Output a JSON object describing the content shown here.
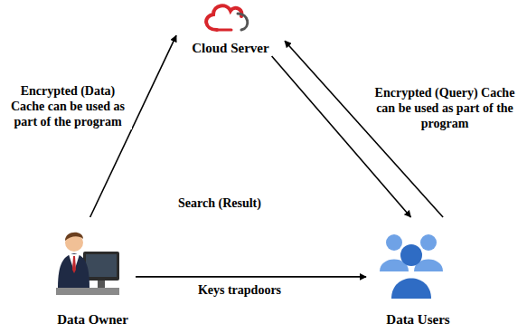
{
  "diagram": {
    "nodes": [
      {
        "text": [
          "Cloud Server"
        ]
      },
      {
        "text": [
          "Data Owner"
        ]
      },
      {
        "text": [
          "Data Users"
        ]
      }
    ],
    "edges": [
      {
        "from": 1,
        "to": 0,
        "label": "Encrypted (Data) Cache can be used as part of the program",
        "arrow": "to"
      },
      {
        "from": 0,
        "to": 2,
        "arrow": "to"
      },
      {
        "from": 2,
        "to": 0,
        "label": "Encrypted (Query) Cache can be used as part of the program",
        "arrow": "to"
      },
      {
        "from": 1,
        "to": 2,
        "label": "Keys trapdoors",
        "arrow": "to"
      }
    ],
    "labels": [
      "Search (Result)"
    ]
  }
}
